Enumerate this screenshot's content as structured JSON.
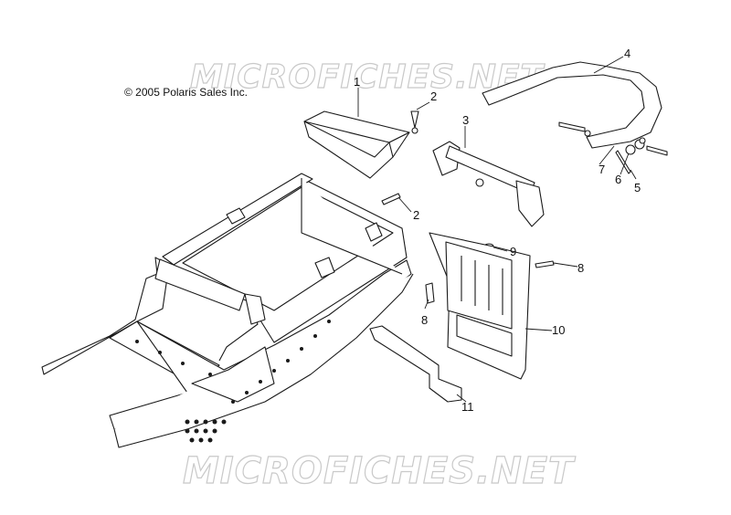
{
  "copyright": "© 2005 Polaris Sales Inc.",
  "watermarks": [
    "MICROFICHES.NET",
    "MICROFICHES.NET"
  ],
  "callouts": [
    "1",
    "2",
    "2",
    "3",
    "4",
    "5",
    "6",
    "7",
    "8",
    "8",
    "9",
    "10",
    "11"
  ],
  "colors": {
    "line": "#1a1a1a",
    "fill": "#ffffff",
    "watermark": "#c9c9c9"
  }
}
